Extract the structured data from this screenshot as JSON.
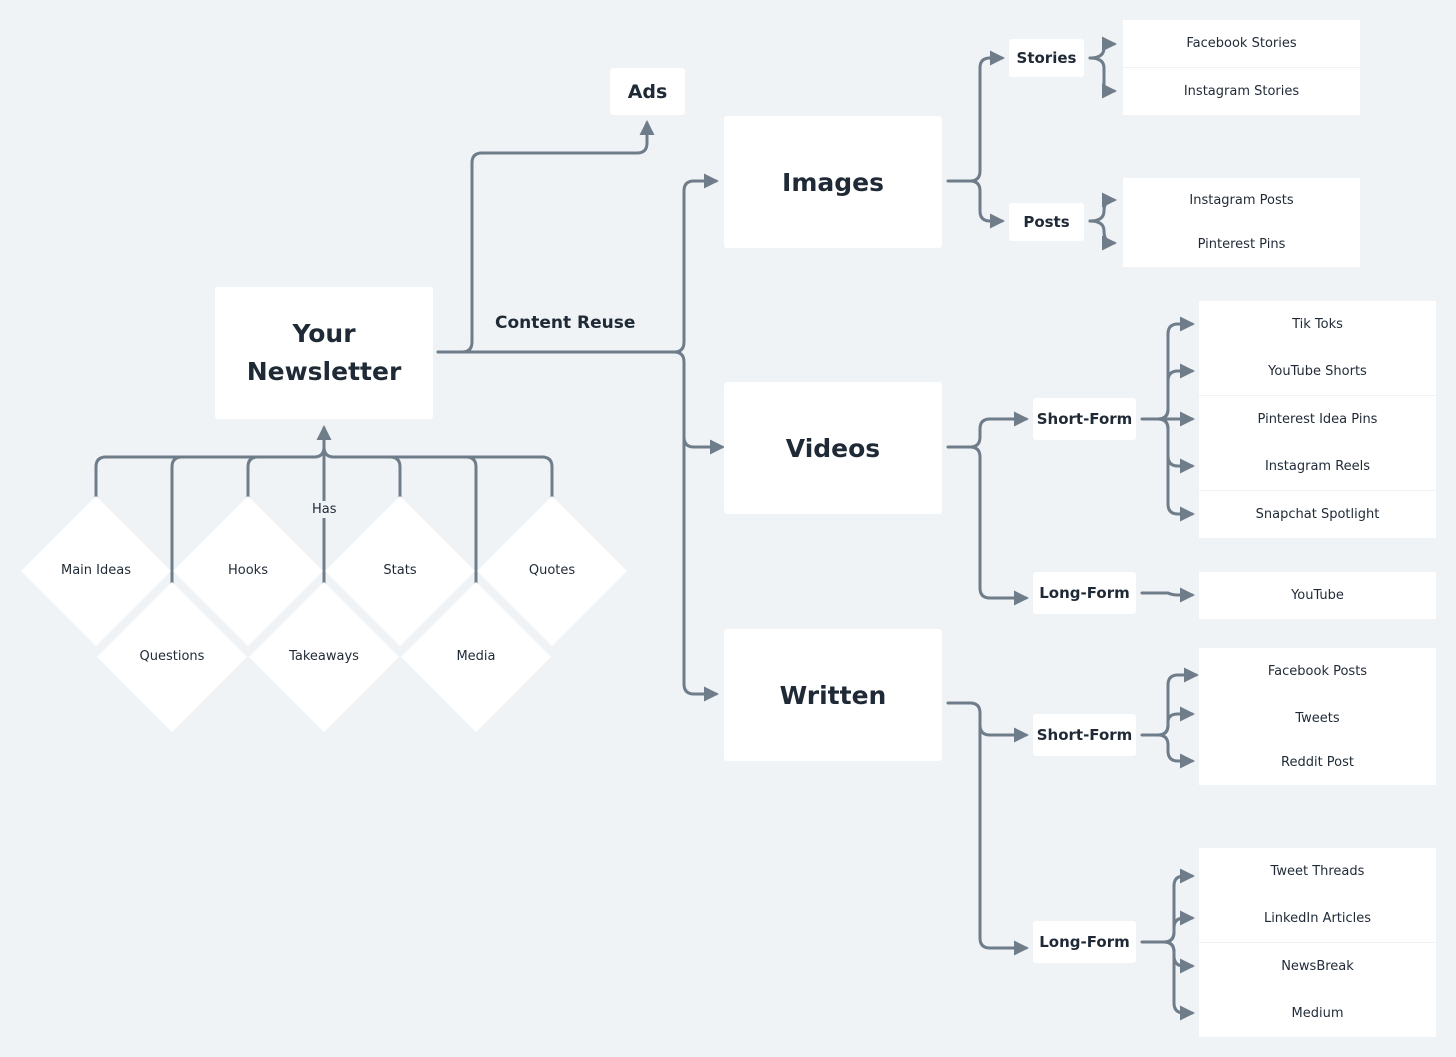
{
  "root": {
    "line1": "Your",
    "line2": "Newsletter"
  },
  "content_reuse": "Content Reuse",
  "has_label": "Has",
  "ads": "Ads",
  "images": {
    "label": "Images",
    "stories": {
      "label": "Stories",
      "items": [
        "Facebook Stories",
        "Instagram Stories"
      ]
    },
    "posts": {
      "label": "Posts",
      "items": [
        "Instagram Posts",
        "Pinterest Pins"
      ]
    }
  },
  "videos": {
    "label": "Videos",
    "short_form": {
      "label": "Short-Form",
      "items": [
        "Tik Toks",
        "YouTube Shorts",
        "Pinterest Idea Pins",
        "Instagram Reels",
        "Snapchat Spotlight"
      ]
    },
    "long_form": {
      "label": "Long-Form",
      "items": [
        "YouTube"
      ]
    }
  },
  "written": {
    "label": "Written",
    "short_form": {
      "label": "Short-Form",
      "items": [
        "Facebook Posts",
        "Tweets",
        "Reddit Post"
      ]
    },
    "long_form": {
      "label": "Long-Form",
      "items": [
        "Tweet Threads",
        "LinkedIn Articles",
        "NewsBreak",
        "Medium"
      ]
    }
  },
  "elements": [
    "Main Ideas",
    "Hooks",
    "Stats",
    "Quotes",
    "Questions",
    "Takeaways",
    "Media"
  ],
  "colors": {
    "background": "#eff3f6",
    "node": "#ffffff",
    "connector": "#6f7d8a",
    "text": "#1f2a36"
  }
}
